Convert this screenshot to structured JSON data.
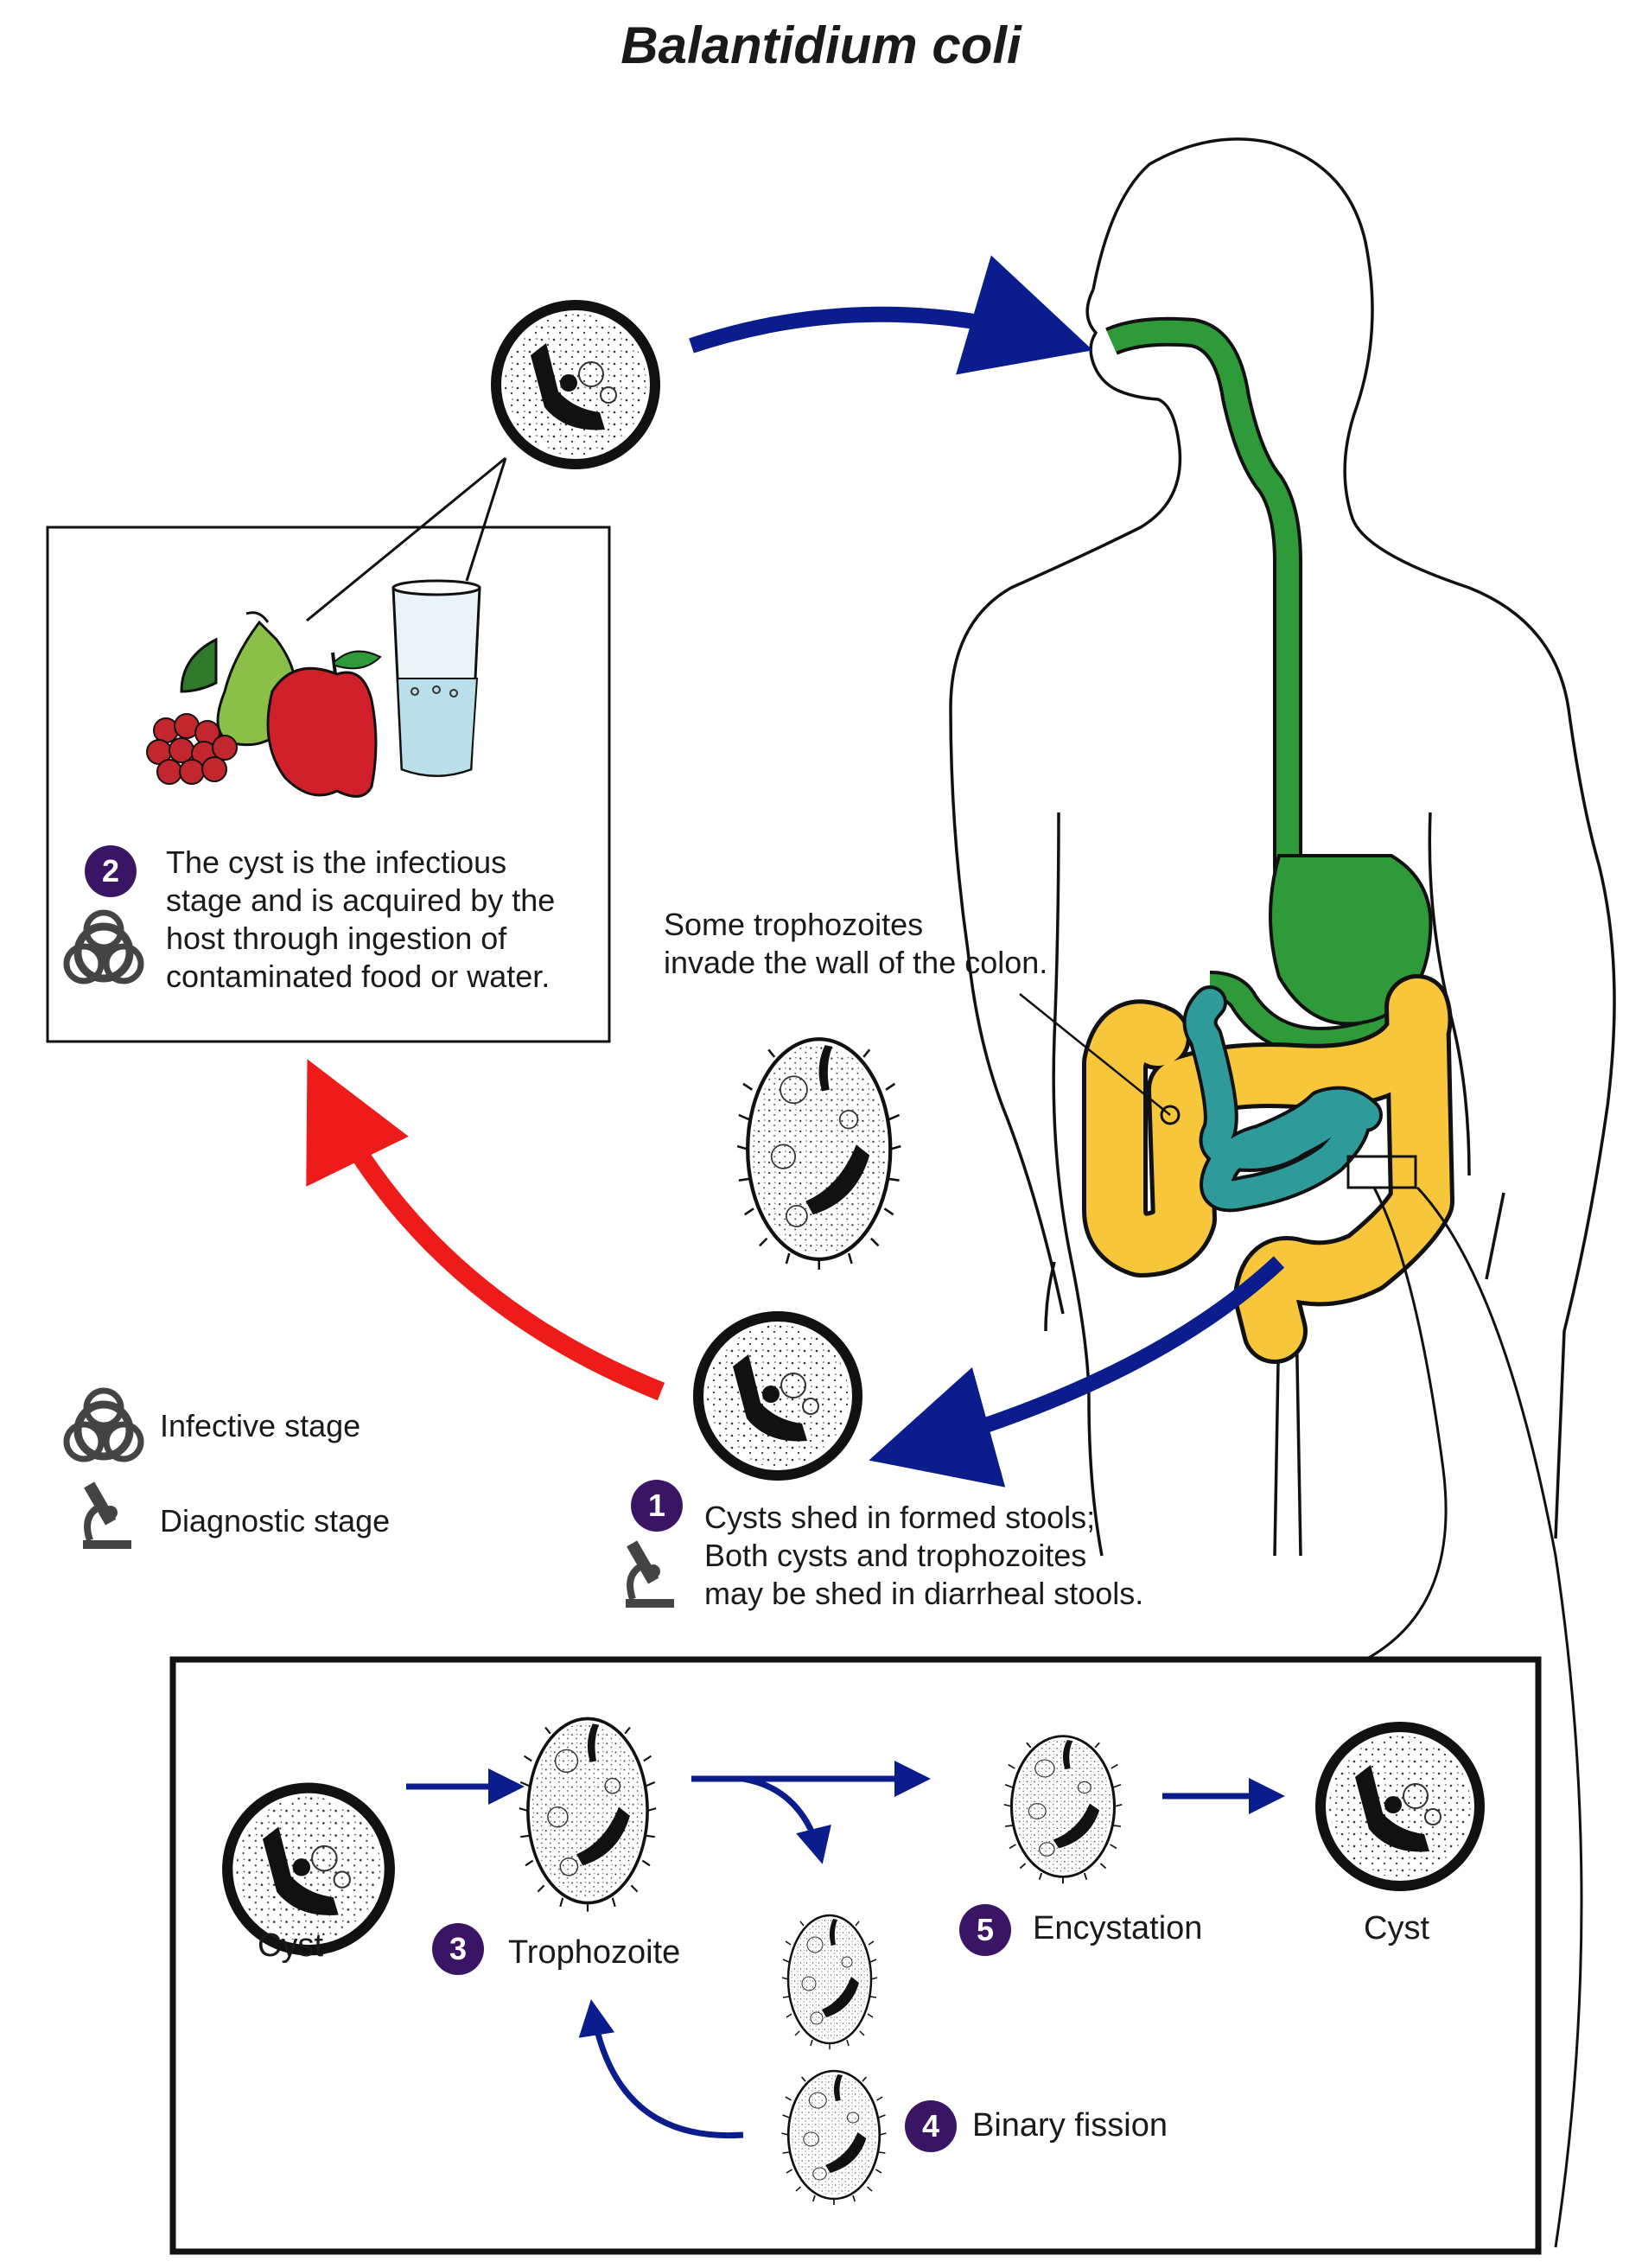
{
  "title": "Balantidium coli",
  "colors": {
    "arrow_blue": "#0b1c8c",
    "arrow_red": "#ee1b1b",
    "esophagus_green": "#2e9a3a",
    "small_intestine_teal": "#2e9a9a",
    "colon_yellow": "#f7c63a",
    "step_badge": "#3b1565"
  },
  "icons": [
    "biohazard-icon",
    "microscope-icon",
    "cyst-icon",
    "trophozoite-icon",
    "fruit-icon",
    "water-glass-icon"
  ],
  "step2": {
    "number": "2",
    "lines": [
      "The cyst is the infectious",
      "stage and is acquired by the",
      "host through ingestion of",
      "contaminated food or water."
    ]
  },
  "colon_note": {
    "lines": [
      "Some trophozoites",
      "invade the wall of the colon."
    ]
  },
  "step1": {
    "number": "1",
    "lines": [
      "Cysts shed in formed stools;",
      "Both cysts and trophozoites",
      "may be shed in diarrheal stools."
    ]
  },
  "legend": {
    "infective": "Infective stage",
    "diagnostic": "Diagnostic stage"
  },
  "inset": {
    "cyst_left": "Cyst",
    "step3_number": "3",
    "trophozoite": "Trophozoite",
    "step5_number": "5",
    "encystation": "Encystation",
    "cyst_right": "Cyst",
    "step4_number": "4",
    "binary_fission": "Binary fission"
  }
}
